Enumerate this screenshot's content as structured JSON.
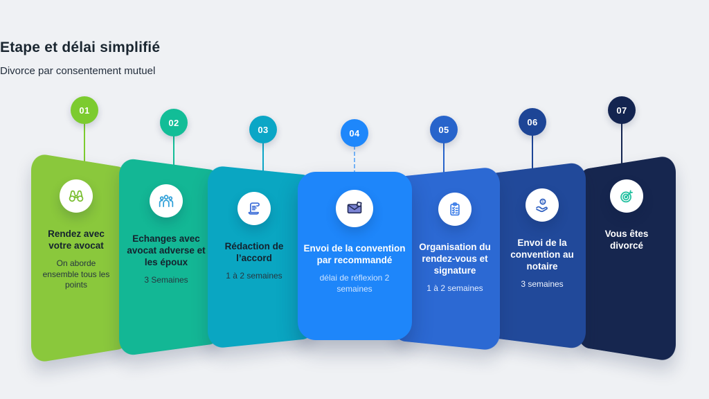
{
  "header": {
    "title": "Etape et délai simplifié",
    "subtitle": "Divorce par consentement mutuel"
  },
  "colors": {
    "background": "#EFF1F4",
    "dark_text": "#1A2630"
  },
  "steps": [
    {
      "number": "01",
      "title": "Rendez avec votre avocat",
      "description": "On aborde ensemble tous les points",
      "card_color": "#8AC83C",
      "badge_color": "#7CCB2F",
      "connector_color": "#7CCB2F",
      "icon": "binoculars-icon",
      "icon_color": "#79BE2F"
    },
    {
      "number": "02",
      "title": "Echanges avec avocat adverse et les époux",
      "description": "3 Semaines",
      "card_color": "#13B795",
      "badge_color": "#12BD97",
      "connector_color": "#12BD97",
      "icon": "people-group-icon",
      "icon_color": "#2E9FD8"
    },
    {
      "number": "03",
      "title": "Rédaction de l’accord",
      "description": "1 à 2 semaines",
      "card_color": "#0AA6C2",
      "badge_color": "#0BA6C6",
      "connector_color": "#0BA6C6",
      "icon": "scroll-document-icon",
      "icon_color": "#3E6FD8"
    },
    {
      "number": "04",
      "title": "Envoi de la convention par recommandé",
      "description": "délai de réflexion 2 semaines",
      "card_color": "#1E86FA",
      "badge_color": "#1E87FB",
      "connector_color": "#74B4F8",
      "icon": "envelope-icon",
      "icon_color": "#232C58",
      "icon_fill": "#7B84D4"
    },
    {
      "number": "05",
      "title": "Organisation du rendez-vous et signature",
      "description": "1 à 2 semaines",
      "card_color": "#2C69D3",
      "badge_color": "#2764CB",
      "connector_color": "#2764CB",
      "icon": "clipboard-checklist-icon",
      "icon_color": "#3F7FE8"
    },
    {
      "number": "06",
      "title": "Envoi de la convention au notaire",
      "description": "3 semaines",
      "card_color": "#21499A",
      "badge_color": "#1D4596",
      "connector_color": "#1D4596",
      "icon": "hand-coin-icon",
      "icon_color": "#2E5FC0"
    },
    {
      "number": "07",
      "title": "Vous êtes divorcé",
      "description": "",
      "card_color": "#16264F",
      "badge_color": "#132450",
      "connector_color": "#132450",
      "icon": "target-arrow-icon",
      "icon_color": "#1FBF9E"
    }
  ]
}
